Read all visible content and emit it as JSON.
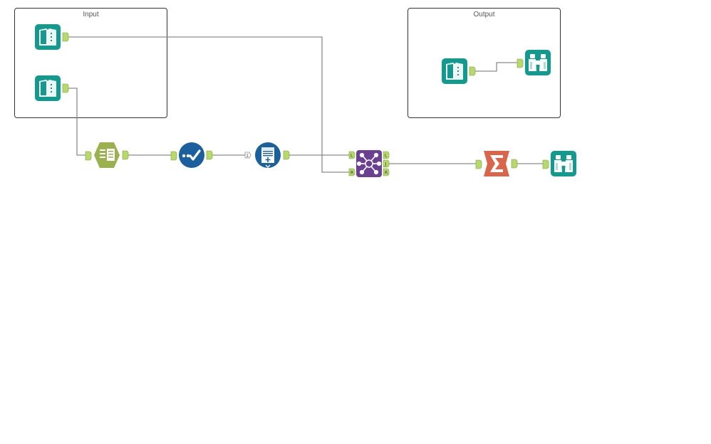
{
  "canvas": {
    "containers": [
      {
        "id": "input",
        "title": "Input"
      },
      {
        "id": "output",
        "title": "Output"
      }
    ]
  },
  "tools": [
    {
      "id": "input-data-1",
      "type": "input-data",
      "icon": "book-icon",
      "color": "#139a8f"
    },
    {
      "id": "input-data-2",
      "type": "input-data",
      "icon": "book-icon",
      "color": "#139a8f"
    },
    {
      "id": "text-to-columns",
      "type": "text-to-columns",
      "icon": "table-columns-icon",
      "color": "#9bb04f"
    },
    {
      "id": "data-cleansing",
      "type": "data-cleansing",
      "icon": "checkmark-icon",
      "color": "#1a5f9e"
    },
    {
      "id": "auto-field",
      "type": "append",
      "icon": "table-add-icon",
      "color": "#1a5f9e"
    },
    {
      "id": "join",
      "type": "join",
      "icon": "join-network-icon",
      "color": "#6b3f91",
      "ports_in": [
        "L",
        "R"
      ],
      "ports_out": [
        "L",
        "J",
        "R"
      ]
    },
    {
      "id": "summarize",
      "type": "summarize",
      "icon": "sigma-icon",
      "color": "#d9654a"
    },
    {
      "id": "browse-1",
      "type": "browse",
      "icon": "binoculars-icon",
      "color": "#139a8f"
    },
    {
      "id": "output-input-data",
      "type": "input-data",
      "icon": "book-icon",
      "color": "#139a8f"
    },
    {
      "id": "output-browse",
      "type": "browse",
      "icon": "binoculars-icon",
      "color": "#139a8f"
    }
  ],
  "colors": {
    "anchor": "#b7d96b",
    "wire": "#8c8c8c",
    "container_border": "#333333"
  }
}
